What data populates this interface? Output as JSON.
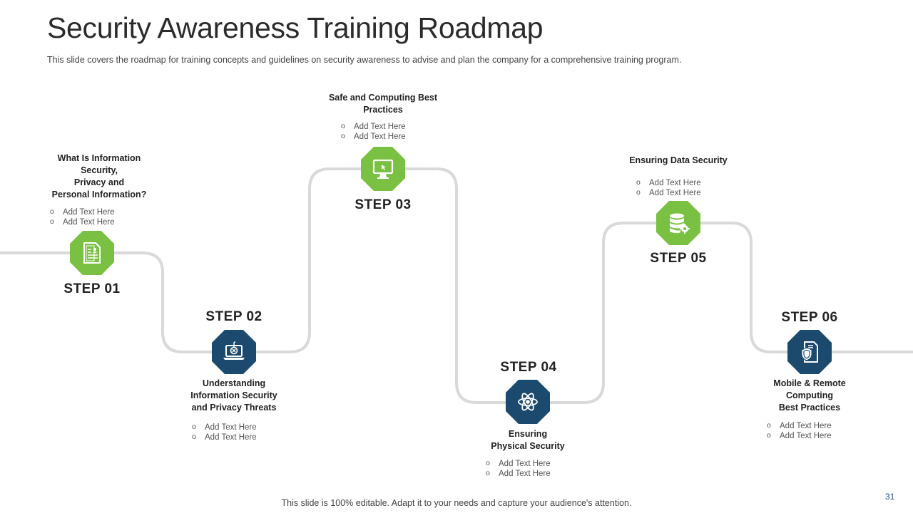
{
  "title": "Security Awareness Training Roadmap",
  "subtitle": "This slide covers the roadmap for training concepts and guidelines on security awareness to advise and plan the company for a comprehensive  training program.",
  "footer": "This slide is 100% editable. Adapt it to your needs and capture your audience's attention.",
  "page_number": "31",
  "colors": {
    "green": "#7ac143",
    "navy": "#1b4a6e",
    "path": "#d9d9d9"
  },
  "steps": [
    {
      "label": "STEP  01",
      "icon": "document-id-icon",
      "heading": [
        "What Is Information",
        "Security,",
        "Privacy and",
        "Personal Information?"
      ],
      "bullets": [
        "Add Text Here",
        "Add Text Here"
      ]
    },
    {
      "label": "STEP  02",
      "icon": "laptop-threat-icon",
      "heading": [
        "Understanding",
        "Information Security",
        "and Privacy Threats"
      ],
      "bullets": [
        "Add Text Here",
        "Add Text Here"
      ]
    },
    {
      "label": "STEP  03",
      "icon": "monitor-icon",
      "heading": [
        "Safe and Computing Best",
        "Practices"
      ],
      "bullets": [
        "Add Text Here",
        "Add Text Here"
      ]
    },
    {
      "label": "STEP  04",
      "icon": "atom-icon",
      "heading": [
        "Ensuring",
        "Physical Security"
      ],
      "bullets": [
        "Add Text Here",
        "Add Text Here"
      ]
    },
    {
      "label": "STEP  05",
      "icon": "database-gear-icon",
      "heading": [
        "Ensuring Data Security"
      ],
      "bullets": [
        "Add Text Here",
        "Add Text Here"
      ]
    },
    {
      "label": "STEP  06",
      "icon": "shield-document-icon",
      "heading": [
        "Mobile & Remote",
        "Computing",
        "Best Practices"
      ],
      "bullets": [
        "Add Text Here",
        "Add Text Here"
      ]
    }
  ]
}
